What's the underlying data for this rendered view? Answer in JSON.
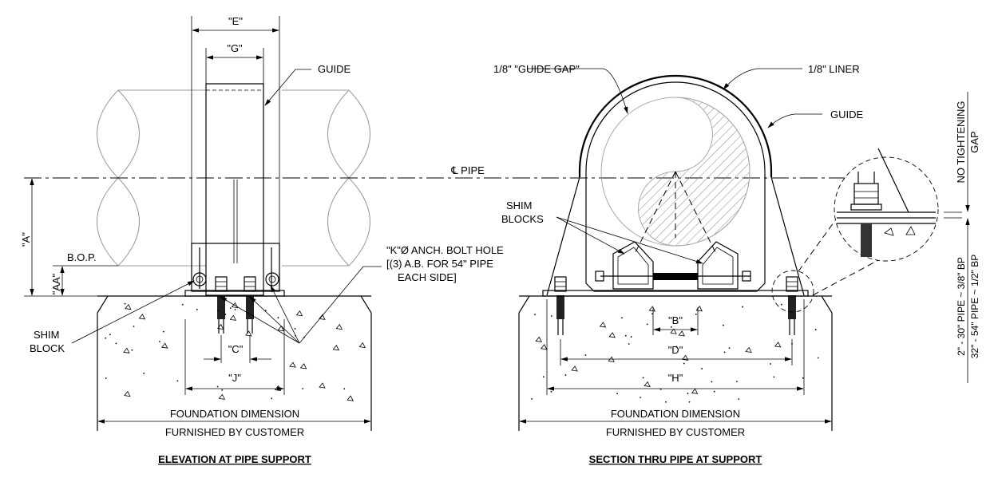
{
  "left_view": {
    "title": "ELEVATION AT PIPE SUPPORT",
    "dim_E": "\"E\"",
    "dim_G": "\"G\"",
    "dim_A": "\"A\"",
    "dim_AA": "\"AA\"",
    "dim_C": "\"C\"",
    "dim_J": "\"J\"",
    "guide_label": "GUIDE",
    "bop_label": "B.O.P.",
    "shim_label_1": "SHIM",
    "shim_label_2": "BLOCK",
    "bolt_note_1": "\"K\"Ø ANCH. BOLT HOLE",
    "bolt_note_2": "[(3) A.B. FOR 54\" PIPE",
    "bolt_note_3": "EACH SIDE]",
    "foundation_1": "FOUNDATION DIMENSION",
    "foundation_2": "FURNISHED BY CUSTOMER"
  },
  "centerline_label": "℄ PIPE",
  "right_view": {
    "title": "SECTION THRU PIPE AT SUPPORT",
    "guide_gap": "1/8\" \"GUIDE GAP\"",
    "liner": "1/8\" LINER",
    "guide_label": "GUIDE",
    "shim_label_1": "SHIM",
    "shim_label_2": "BLOCKS",
    "dim_B": "\"B\"",
    "dim_D": "\"D\"",
    "dim_H": "\"H\"",
    "foundation_1": "FOUNDATION DIMENSION",
    "foundation_2": "FURNISHED BY CUSTOMER"
  },
  "detail": {
    "no_tightening_1": "NO TIGHTENING",
    "no_tightening_2": "GAP",
    "bp_note_1": "2\" - 30\" PIPE ~ 3/8\" BP",
    "bp_note_2": "32\" - 54\" PIPE ~ 1/2\" BP"
  }
}
